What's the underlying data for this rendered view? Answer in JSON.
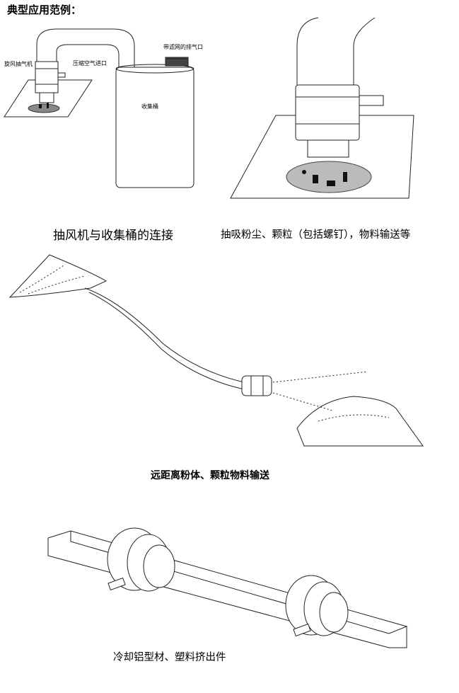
{
  "heading": "典型应用范例：",
  "figure1": {
    "labels": {
      "blower": "旋风抽气机",
      "air_inlet": "压缩空气进口",
      "exhaust": "带滤网的排气口",
      "bucket": "收集桶"
    },
    "caption": "抽风机与收集桶的连接"
  },
  "figure2": {
    "caption": "抽吸粉尘、颗粒（包括螺钉），物料输送等"
  },
  "figure3": {
    "caption": "远距离粉体、颗粒物料输送"
  },
  "figure4": {
    "caption": "冷却铝型材、塑料挤出件"
  }
}
